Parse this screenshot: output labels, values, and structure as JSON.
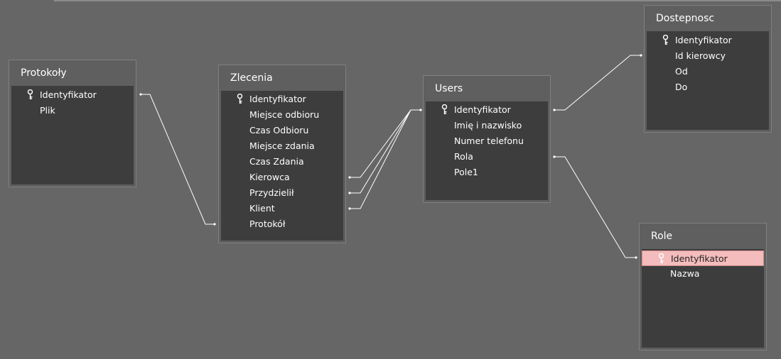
{
  "tables": {
    "protokoly": {
      "title": "Protokoły",
      "fields": [
        "Identyfikator",
        "Plik"
      ]
    },
    "zlecenia": {
      "title": "Zlecenia",
      "fields": [
        "Identyfikator",
        "Miejsce odbioru",
        "Czas Odbioru",
        "Miejsce zdania",
        "Czas Zdania",
        "Kierowca",
        "Przydzielił",
        "Klient",
        "Protokół"
      ]
    },
    "users": {
      "title": "Users",
      "fields": [
        "Identyfikator",
        "Imię i nazwisko",
        "Numer telefonu",
        "Rola",
        "Pole1"
      ]
    },
    "dostepnosc": {
      "title": "Dostepnosc",
      "fields": [
        "Identyfikator",
        "Id kierowcy",
        "Od",
        "Do"
      ]
    },
    "role": {
      "title": "Role",
      "fields": [
        "Identyfikator",
        "Nazwa"
      ],
      "selected_field": "Identyfikator"
    }
  },
  "icons": {
    "primary_key": "key-icon"
  },
  "colors": {
    "canvas": "#666666",
    "table_body": "#3d3d3d",
    "selected_row": "#f4bcbc",
    "relation_line": "#ffffff"
  }
}
